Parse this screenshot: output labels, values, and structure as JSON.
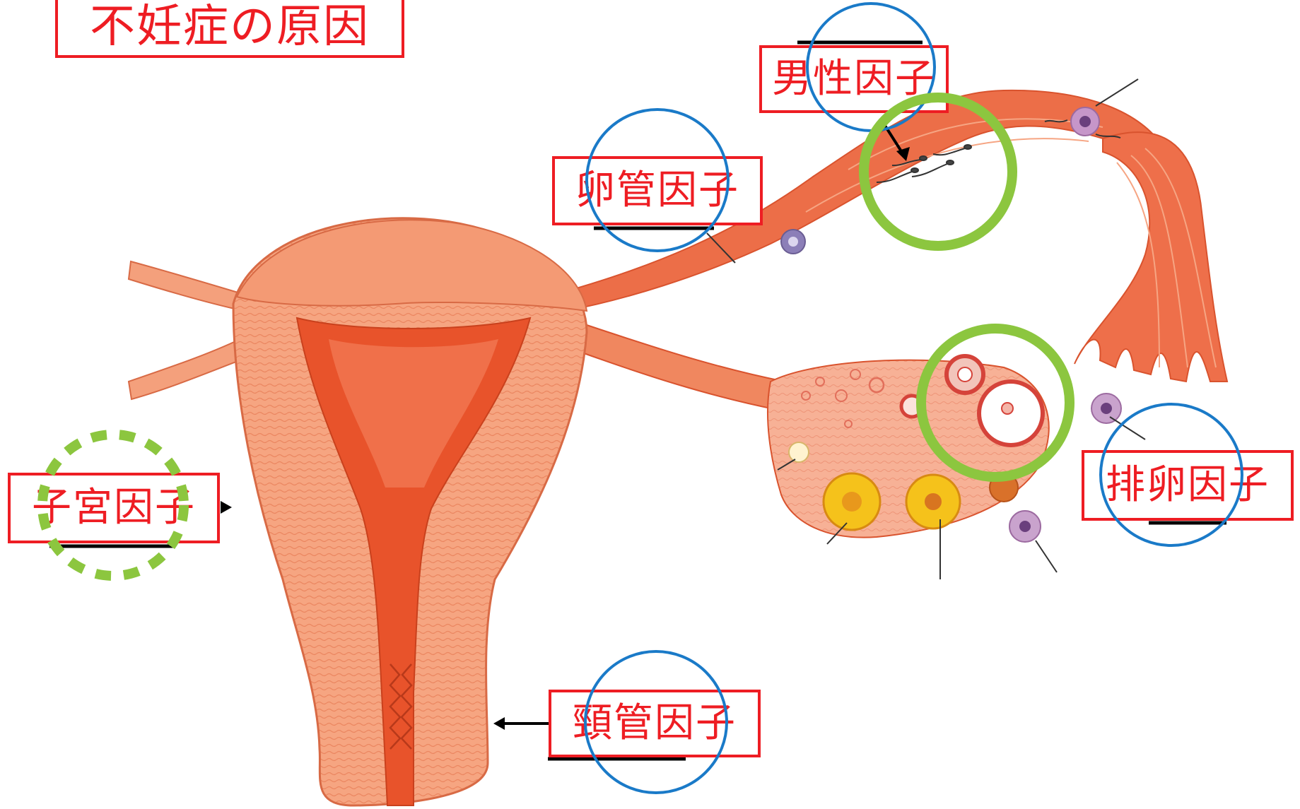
{
  "title": "不妊症の原因",
  "labels": {
    "male_factor": "男性因子",
    "tubal_factor": "卵管因子",
    "uterine_factor": "子宮因子",
    "cervical_factor": "頸管因子",
    "ovulation_factor": "排卵因子"
  },
  "colors": {
    "label_red": "#ee1d23",
    "blue_circle": "#1a7ac8",
    "green_circle": "#8cc63f",
    "tissue_light": "#f4a07c",
    "tissue_dark": "#e8532b",
    "corpus_luteum": "#f5c21b"
  }
}
